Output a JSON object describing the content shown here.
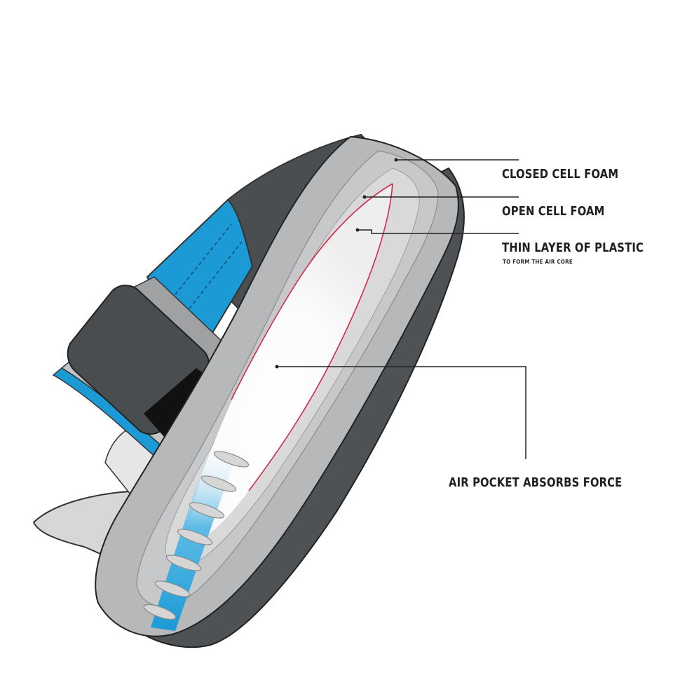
{
  "labels": {
    "closed_cell_foam": "CLOSED CELL FOAM",
    "open_cell_foam": "OPEN CELL FOAM",
    "thin_layer_plastic": "THIN LAYER OF PLASTIC",
    "thin_layer_plastic_sub": "TO FORM THE AIR CORE",
    "air_pocket": "AIR POCKET ABSORBS FORCE"
  },
  "colors": {
    "outer_shell": "#4f5255",
    "foam_gray": "#b7b8ba",
    "foam_light": "#d9d9d9",
    "accent_blue": "#1b9ad6",
    "plastic_line": "#d42a4a",
    "leader_line": "#222222"
  },
  "icons": [
    "focus-mitt-illustration"
  ]
}
